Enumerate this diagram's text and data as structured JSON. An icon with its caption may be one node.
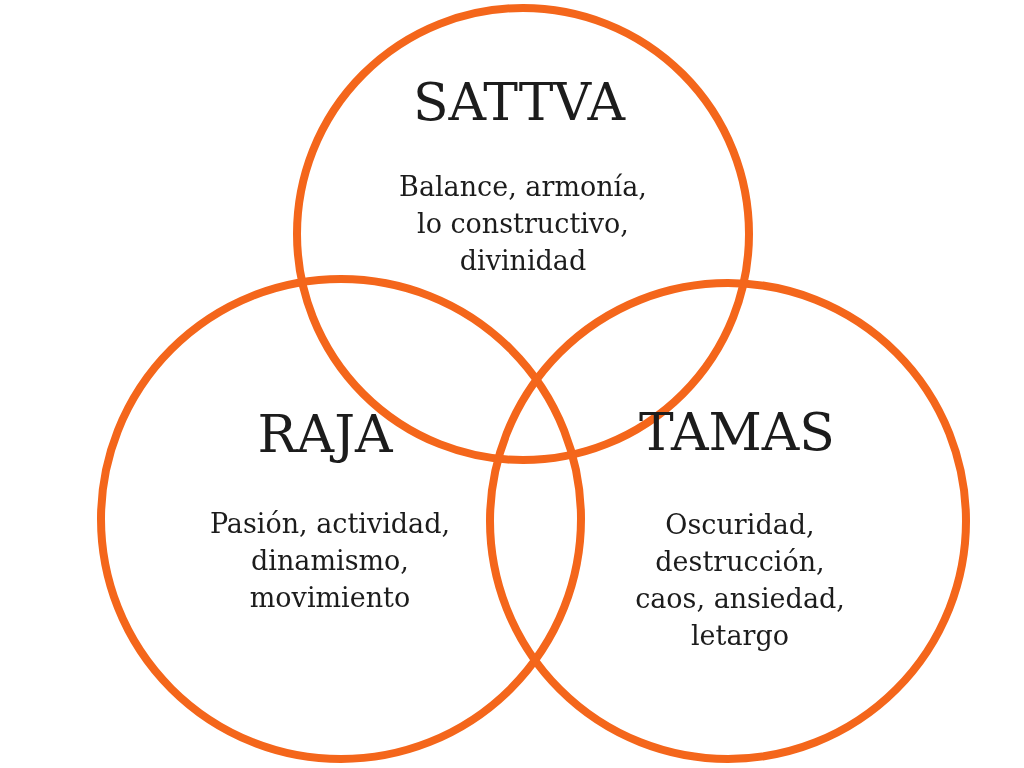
{
  "diagram": {
    "nodes": [
      {
        "text": [
          "SATTVA",
          "Balance, armonía, lo constructivo, divinidad"
        ]
      },
      {
        "text": [
          "RAJA",
          "Pasión, actividad, dinamismo, movimiento"
        ]
      },
      {
        "text": [
          "TAMAS",
          "Oscuridad, destrucción, caos, ansiedad, letargo"
        ]
      }
    ]
  }
}
